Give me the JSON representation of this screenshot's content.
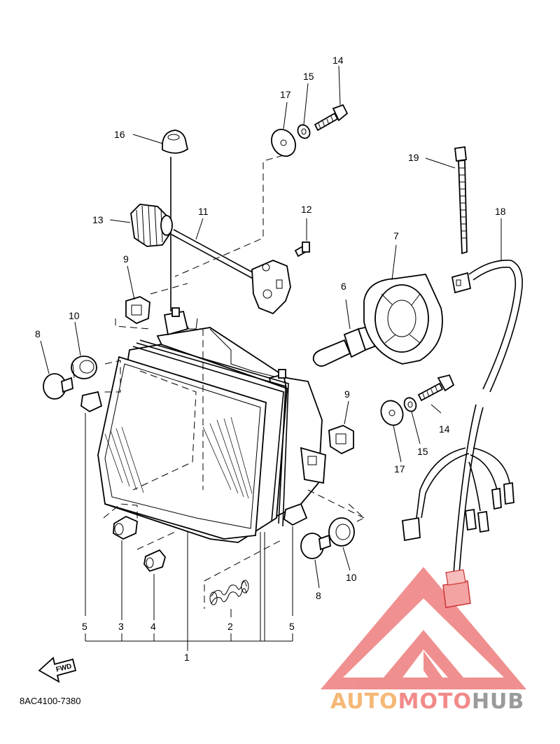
{
  "diagram": {
    "code": "8AC4100-7380",
    "fwd_label": "FWD",
    "callouts": [
      "1",
      "2",
      "3",
      "4",
      "5",
      "5",
      "6",
      "7",
      "8",
      "8",
      "9",
      "9",
      "10",
      "10",
      "11",
      "12",
      "13",
      "14",
      "14",
      "15",
      "15",
      "16",
      "17",
      "17",
      "18",
      "19"
    ]
  },
  "watermark": {
    "part1": "AUTO",
    "part2": "MOTO",
    "part3": "HUB",
    "colors": {
      "auto": "#f5b877",
      "moto": "#f28a8a",
      "hub": "#9a9a9a",
      "triangle": "#ee7c7c"
    }
  }
}
